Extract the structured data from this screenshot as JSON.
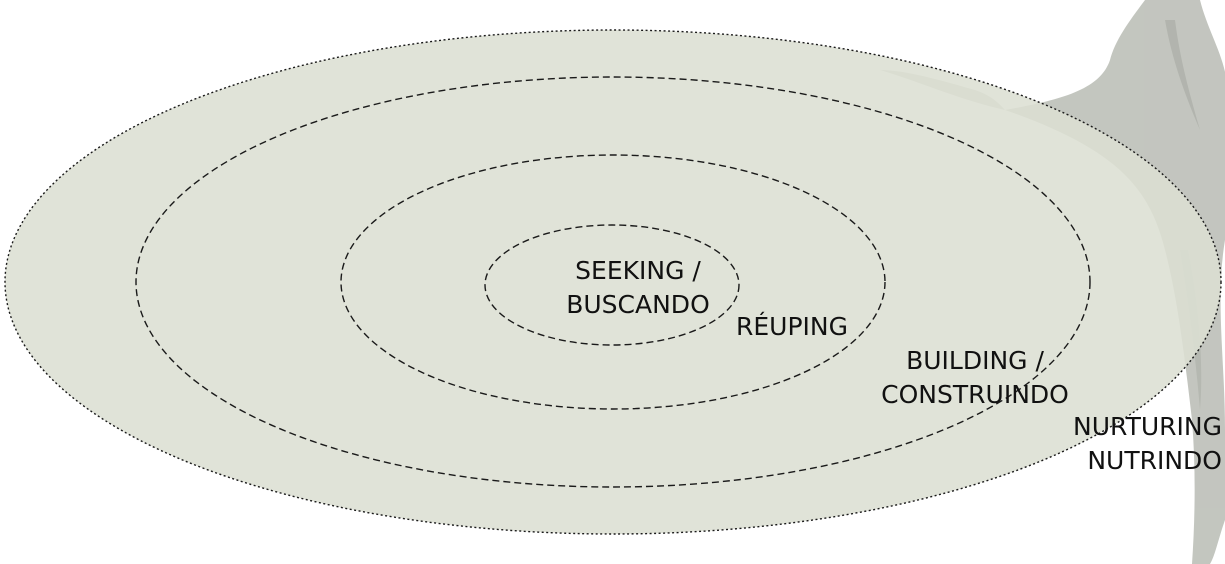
{
  "diagram": {
    "rings": [
      {
        "id": "seeking",
        "lines": [
          "SEEKING /",
          "BUSCANDO"
        ]
      },
      {
        "id": "reuping",
        "lines": [
          "RÉUPING"
        ]
      },
      {
        "id": "building",
        "lines": [
          "BUILDING /",
          "CONSTRUINDO"
        ]
      },
      {
        "id": "nurturing",
        "lines": [
          "NURTURING",
          "NUTRINDO"
        ]
      }
    ],
    "colors": {
      "fill": "#dcdfd3",
      "stroke": "#1a1a1a",
      "branch": "#b7bab3",
      "text": "#111111"
    }
  }
}
